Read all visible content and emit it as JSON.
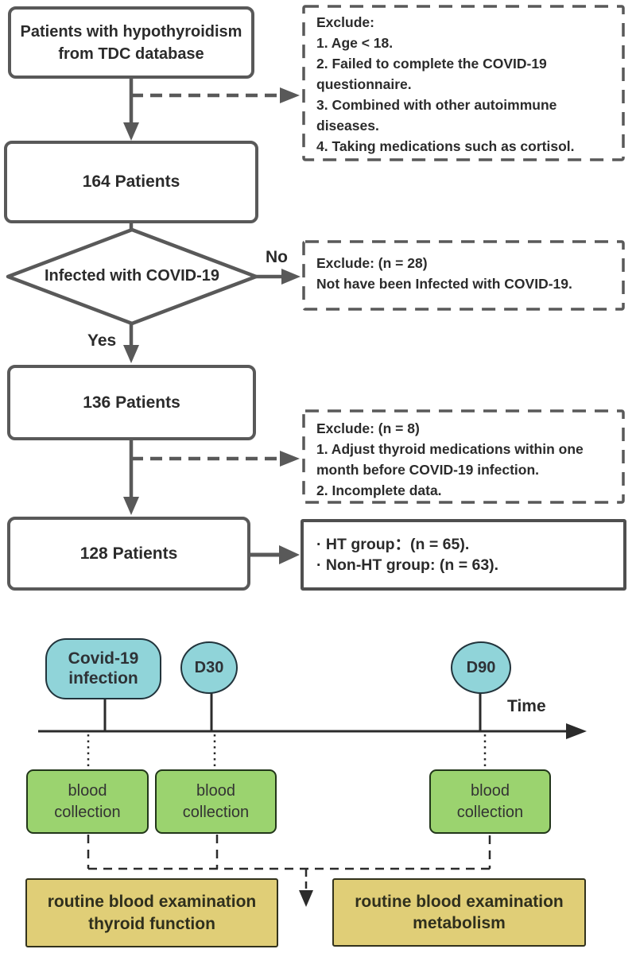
{
  "colors": {
    "flowchart_border_gray": "#595959",
    "text_dark": "#2b2b2b",
    "timeline_cyan": "#90d4d9",
    "timeline_green": "#9bd36f",
    "timeline_yellow": "#e0ce77",
    "timeline_line_black": "#2b2b2b"
  },
  "flowchart": {
    "source_box": "Patients with hypothyroidism from TDC database",
    "exclude_initial": {
      "title": "Exclude:",
      "items": [
        "1. Age < 18.",
        "2. Failed to complete the COVID-19 questionnaire.",
        "3. Combined with other autoimmune diseases.",
        "4. Taking medications such as cortisol."
      ]
    },
    "count_164": "164 Patients",
    "decision": "Infected with COVID-19",
    "no_label": "No",
    "yes_label": "Yes",
    "exclude_not_infected": {
      "title": "Exclude: (n = 28)",
      "items": [
        "Not have been Infected with COVID-19."
      ]
    },
    "count_136": "136 Patients",
    "exclude_adjust": {
      "title": "Exclude: (n = 8)",
      "items": [
        "1. Adjust thyroid medications within one month before COVID-19 infection.",
        "2. Incomplete data."
      ]
    },
    "count_128": "128 Patients",
    "groups": {
      "items": [
        "· HT group：(n = 65).",
        "· Non-HT group: (n = 63)."
      ]
    }
  },
  "timeline": {
    "infection_label": "Covid-19 infection",
    "d30_label": "D30",
    "d90_label": "D90",
    "time_label": "Time",
    "blood_label": "blood collection",
    "exam_thyroid": "routine blood examination thyroid function",
    "exam_metabolism": "routine blood examination metabolism"
  }
}
